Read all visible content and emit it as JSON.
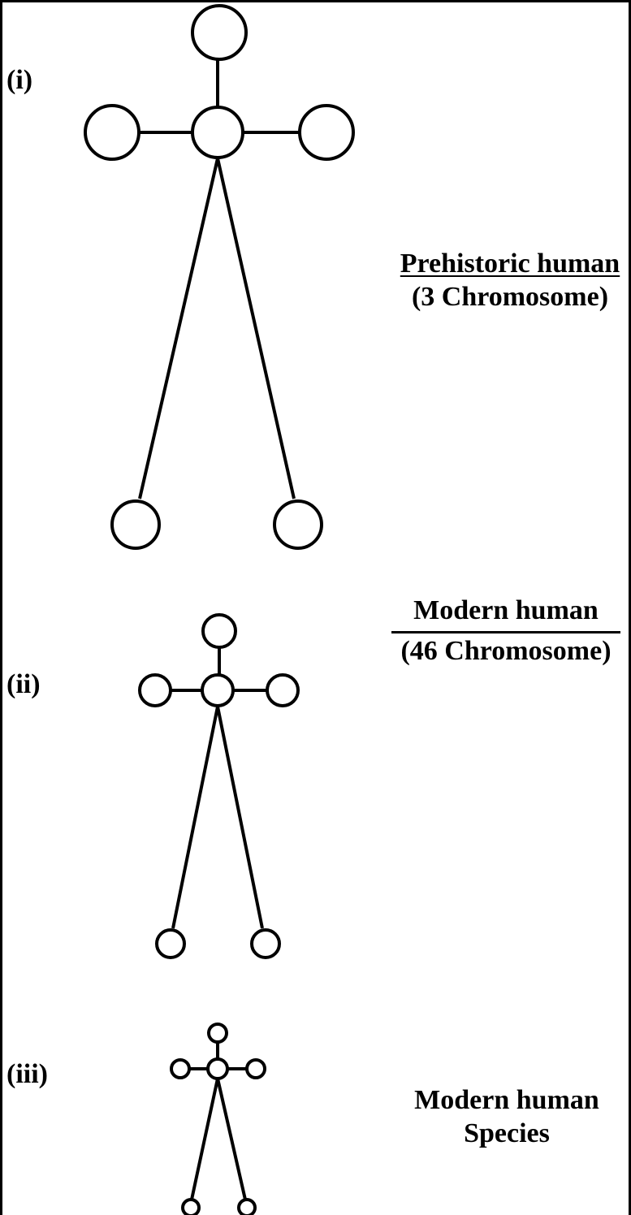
{
  "labels": {
    "i": "(i)",
    "ii": "(ii)",
    "iii": "(iii)"
  },
  "captions": {
    "first": {
      "line1": "Prehistoric human",
      "line2": "(3 Chromosome)"
    },
    "second": {
      "line1": "Modern human",
      "line2": "(46 Chromosome)"
    },
    "third": {
      "line1": "Modern human",
      "line2": "Species"
    }
  },
  "colors": {
    "stroke": "#000000",
    "background": "#ffffff"
  }
}
